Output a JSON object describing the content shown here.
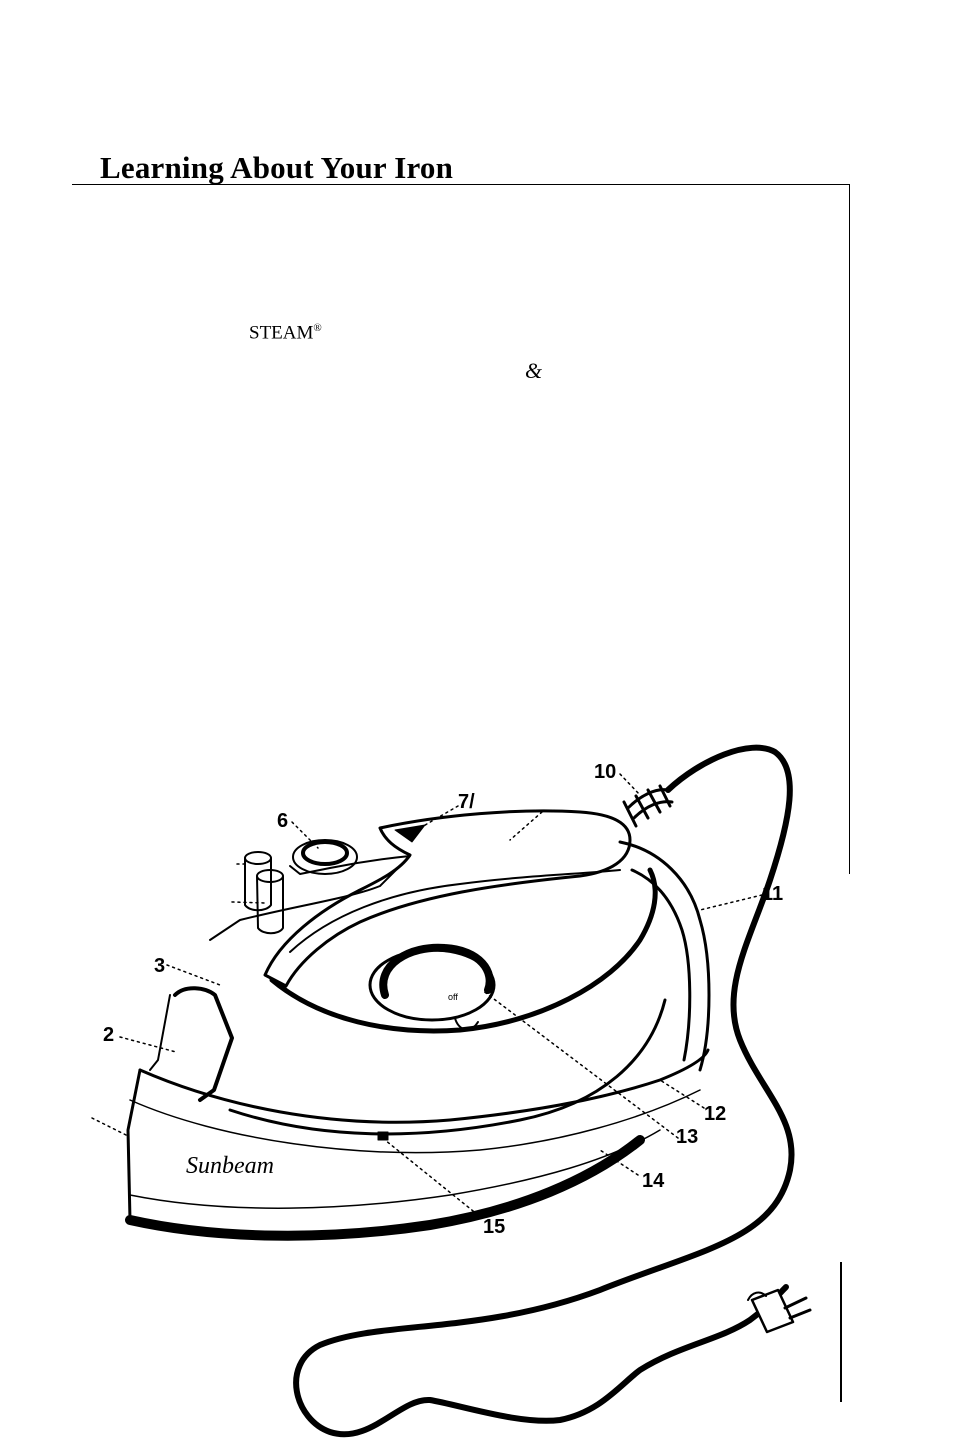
{
  "page": {
    "title": "Learning About Your Iron",
    "steam_text": "STEAM",
    "steam_mark": "®",
    "amp_glyph": "&"
  },
  "diagram": {
    "brand": "Sunbeam",
    "dial_off": "off",
    "callouts": [
      "2",
      "3",
      "6",
      "7/",
      "10",
      "11",
      "12",
      "13",
      "14",
      "15"
    ]
  }
}
